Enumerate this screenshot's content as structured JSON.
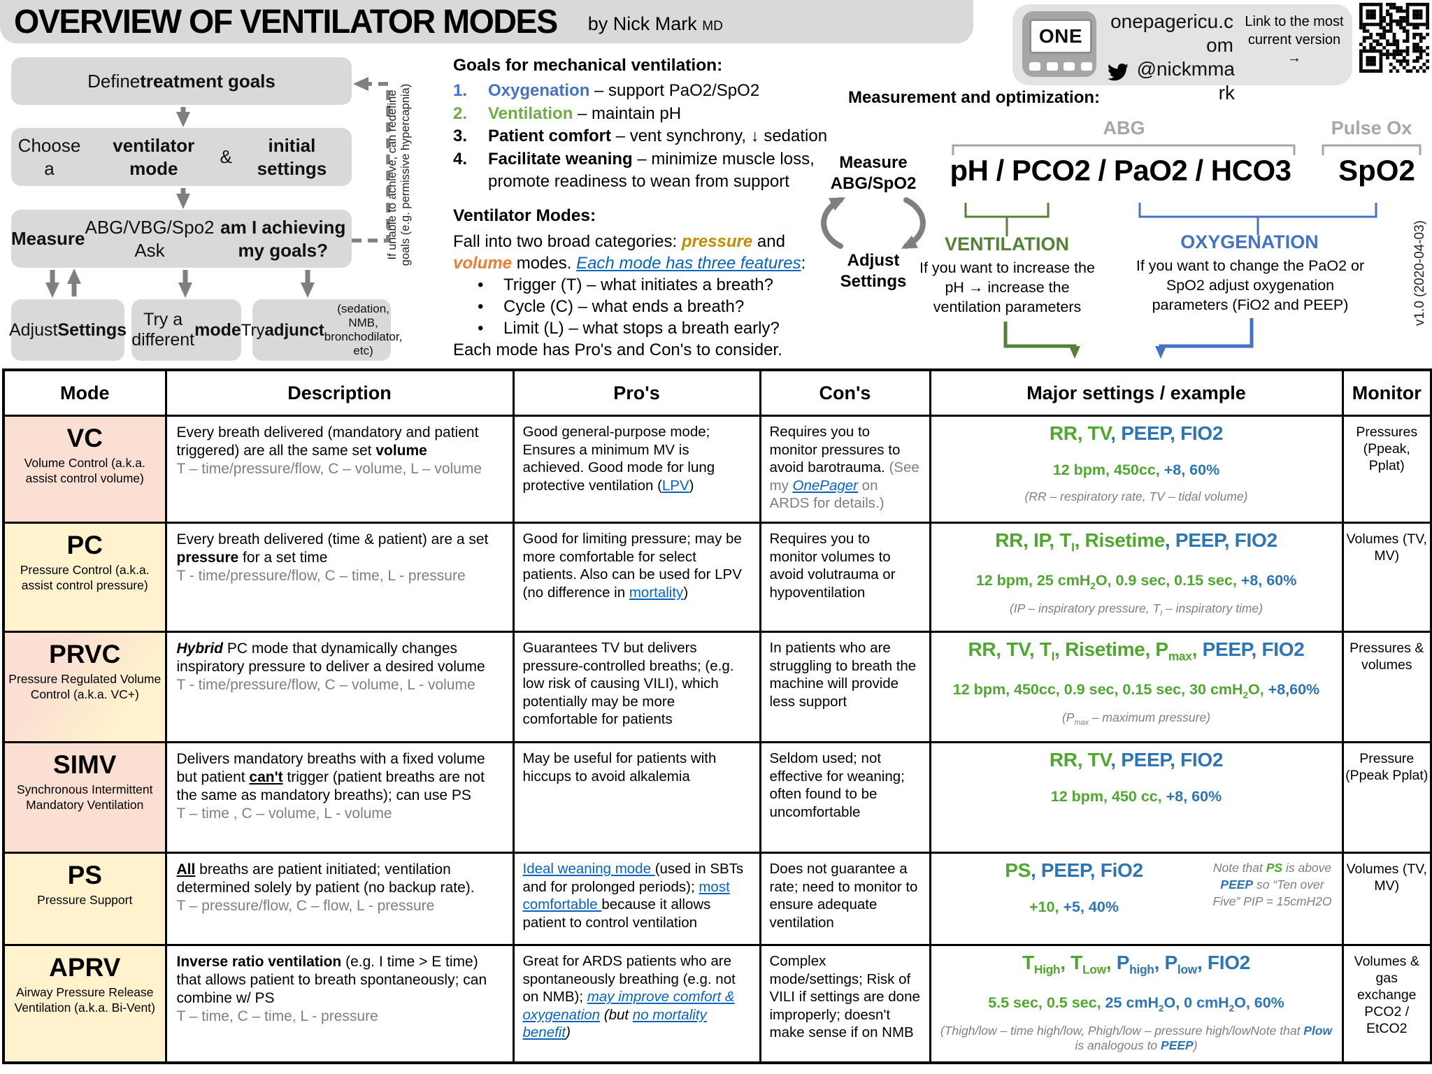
{
  "header": {
    "title": "OVERVIEW OF VENTILATOR MODES",
    "byline": "by Nick Mark",
    "byline_suffix": "MD",
    "logo_text": "ONE",
    "site": "onepagericu.com",
    "twitter": "@nickmmark",
    "link_note": "Link to the most current version →"
  },
  "flowchart": {
    "box1": "Define <b>treatment goals</b>",
    "box2": "Choose a <b>ventilator mode</b> &amp; <b>initial settings</b>",
    "box3": "<b>Measure</b> ABG/VBG/Spo2<br>Ask <b>am I achieving my goals?</b>",
    "adjust": "Adjust<br><b>Settings</b>",
    "try_mode": "Try a<br>different<br><b>mode</b>",
    "adjunct": "Try <b>adjunct</b><br><span class='small'>(sedation, NMB,<br>bronchodilator, etc)</span>",
    "feedback_note": "If unable to achieve, can redefine<br>goals (e.g. permissive hypercapnia)"
  },
  "goals": {
    "heading": "Goals for mechanical ventilation:",
    "items": [
      "<span class='gnum c-blue'>1.</span><span class='c-blue'><b>Oxygenation</b></span> – support PaO2/SpO2",
      "<span class='gnum c-green'>2.</span><span class='c-green'><b>Ventilation</b></span> – maintain pH",
      "<span class='gnum'>3.</span><b>Patient comfort</b> – vent synchrony, ↓ sedation",
      "<span class='gnum'>4.</span><b>Facilitate weaning</b> – minimize muscle loss, promote readiness to wean from support"
    ]
  },
  "modes_info": {
    "heading": "Ventilator Modes:",
    "para": "Fall into two broad categories: <span class='gold'><b><i>pressure</i></b></span> and <span class='orange'><b><i>volume</i></b></span> modes. <span class='link'><i>Each mode has three features</i></span>:",
    "bullets": [
      "Trigger (T) – what initiates a breath?",
      "Cycle (C) – what ends a breath?",
      "Limit (L) – what stops a breath early?"
    ],
    "closing": "Each mode has Pro's and Con's to consider."
  },
  "measurement": {
    "heading": "Measurement and optimization:",
    "measure_label": "Measure<br>ABG/SpO2",
    "adjust_label": "Adjust<br>Settings",
    "abg_label": "ABG",
    "abg_values": "pH / PCO2 / PaO2 / HCO3",
    "pulseox_label": "Pulse Ox",
    "pulseox_value": "SpO2",
    "ventilation_title": "VENTILATION",
    "ventilation_text": "If you want to increase the pH → increase the ventilation parameters",
    "oxygenation_title": "OXYGENATION",
    "oxygenation_text": "If you want to change the PaO2 or SpO2 adjust oxygenation parameters (FiO2 and PEEP)",
    "version": "v1.0 (2020-04-03)"
  },
  "colors": {
    "settings_green": "#4ea72e",
    "settings_blue": "#2e75b6",
    "hyperlink_blue": "#0563c1",
    "pressure_gold": "#bf8f00",
    "volume_orange": "#ed7d31",
    "ventilation_green": "#538135",
    "oxygenation_blue": "#4472c4",
    "box_gray": "#d9d9d9",
    "pink_row": "#fbdfd3",
    "yellow_row": "#fff2cc"
  },
  "table": {
    "columns": [
      "Mode",
      "Description",
      "Pro's",
      "Con's",
      "Major settings / example",
      "Monitor"
    ],
    "rows": [
      {
        "bg": "bg-pink",
        "mode_abbr": "VC",
        "mode_full": "Volume Control (a.k.a. assist control volume)",
        "desc": "Every breath delivered (mandatory and patient triggered) are all the same set <b>volume</b>",
        "tcl": "T – time/pressure/flow, C – volume, L – volume",
        "pros": "Good general-purpose mode; Ensures a minimum MV is achieved. Good mode for lung protective ventilation (<span class='link'>LPV</span>)",
        "cons": "Requires you to monitor pressures to avoid barotrauma. <span class='gray'>(See my <span class='link'><i>OnePager</i></span> on ARDS for details.)</span>",
        "set1": "<span class='g'>RR, TV</span><span class='b'>, PEEP, FIO2</span>",
        "set2": "<span class='g'>12 bpm, 450cc,</span><span class='b'> +8, 60%</span>",
        "note": "(RR – respiratory rate, TV – tidal volume)",
        "side": "",
        "monitor": "Pressures (Ppeak, Pplat)"
      },
      {
        "bg": "bg-yellow",
        "mode_abbr": "PC",
        "mode_full": "Pressure Control (a.k.a. assist control pressure)",
        "desc": "Every breath delivered (time &amp; patient) are a set <b>pressure</b> for a set time",
        "tcl": "T - time/pressure/flow, C – time, L - pressure",
        "pros": "Good for limiting pressure; may be more comfortable for select patients. Also can be used for LPV (no difference in <span class='link'>mortality</span>)",
        "cons": "Requires you to monitor volumes to avoid volutrauma or hypoventilation",
        "set1": "<span class='g'>RR, IP, T<sub>I</sub>, Risetime</span><span class='b'>, PEEP, FIO2</span>",
        "set2": "<span class='g'>12 bpm, 25 cmH<sub>2</sub>O, 0.9 sec, 0.15 sec,</span><span class='b'> +8, 60%</span>",
        "note": "(IP – inspiratory pressure, T<sub>I</sub> – inspiratory time)",
        "side": "",
        "monitor": "Volumes (TV, MV)"
      },
      {
        "bg": "bg-mix",
        "mode_abbr": "PRVC",
        "mode_full": "Pressure Regulated Volume Control (a.k.a. VC+)",
        "desc": "<b><i>Hybrid</i></b> PC mode that dynamically changes inspiratory pressure to deliver a desired volume",
        "tcl": "T - time/pressure/flow, C – volume, L - volume",
        "pros": "Guarantees TV but delivers pressure-controlled breaths; (e.g. low risk of causing VILI), which potentially may be more comfortable for patients",
        "cons": "In patients who are struggling to breath the machine will provide less support",
        "set1": "<span class='g'>RR, TV, T<sub>I</sub>, Risetime, P<sub>max</sub>,</span><span class='b'> PEEP, FIO2</span>",
        "set2": "<span class='g'>12 bpm, 450cc, 0.9 sec, 0.15 sec, 30 cmH<sub>2</sub>O,</span><span class='b'> +8,60%</span>",
        "note": "(P<sub>max</sub> – maximum pressure)",
        "side": "",
        "monitor": "Pressures & volumes"
      },
      {
        "bg": "bg-pink",
        "mode_abbr": "SIMV",
        "mode_full": "Synchronous Intermittent Mandatory Ventilation",
        "desc": "Delivers mandatory breaths with a fixed volume but patient <b><u>can't</u></b> trigger (patient breaths are not the same as mandatory breaths); can use PS",
        "tcl": "T – time , C – volume, L - volume",
        "pros": "May be useful for patients with hiccups to avoid alkalemia",
        "cons": "Seldom used; not effective for weaning; often found to be uncomfortable",
        "set1": "<span class='g'>RR, TV</span><span class='b'>, PEEP, FIO2</span>",
        "set2": "<span class='g'>12 bpm, 450 cc,</span><span class='b'> +8, 60%</span>",
        "note": "",
        "side": "",
        "monitor": "Pressure (Ppeak Pplat)"
      },
      {
        "bg": "bg-yellow",
        "mode_abbr": "PS",
        "mode_full": "Pressure Support",
        "desc": "<b><u>All</u></b> breaths are patient initiated; ventilation determined solely by patient (no backup rate).",
        "tcl": "T – pressure/flow, C – flow, L - pressure",
        "pros": "<span class='link'>Ideal weaning mode </span>(used in SBTs and for prolonged periods); <span class='link'>most comfortable </span>because it allows patient to control ventilation",
        "cons": "Does not guarantee a rate; need to monitor to ensure adequate ventilation",
        "set1": "<span class='g'>PS</span><span class='b'>, PEEP, FiO2</span>",
        "set2": "<span class='g'>+10,</span><span class='b'> +5, 40%</span>",
        "note": "",
        "side": "Note that <span class='g'><b>PS</b></span> is above <span class='b'><b>PEEP</b></span> so “Ten over Five” PIP = 15cmH2O",
        "monitor": "Volumes (TV, MV)"
      },
      {
        "bg": "bg-yellow",
        "mode_abbr": "APRV",
        "mode_full": "Airway Pressure Release Ventilation (a.k.a. Bi-Vent)",
        "desc": "<b>Inverse ratio ventilation</b> (e.g. I time &gt; E time) that allows patient to breath spontaneously; can combine w/ PS",
        "tcl": "T – time, C – time, L -  pressure",
        "pros": "Great for ARDS patients who are spontaneously breathing (e.g. not on NMB); <span class='link'><i>may improve comfort &amp; oxygenation</i></span> <i>(but <span class='link'>no mortality benefit</span>)</i>",
        "cons": "Complex mode/settings; Risk of VILI if settings are done improperly; doesn't make sense if on NMB",
        "set1": "<span class='g'>T<sub>High</sub>, T<sub>Low</sub>,</span><span class='b'> P<sub>high</sub>, P<sub>low</sub>, FIO2</span>",
        "set2": "<span class='g'>5.5 sec, 0.5 sec,</span><span class='b'> 25 cmH<sub>2</sub>O, 0 cmH<sub>2</sub>O, 60%</span>",
        "note": "(Thigh/low – time high/low, Phigh/low – pressure high/lowNote that <span class='b'><b>Plow</b></span> is analogous to <span class='b'><b>PEEP</b></span>)",
        "side": "",
        "monitor": "Volumes & gas exchange PCO2 / EtCO2"
      }
    ]
  }
}
